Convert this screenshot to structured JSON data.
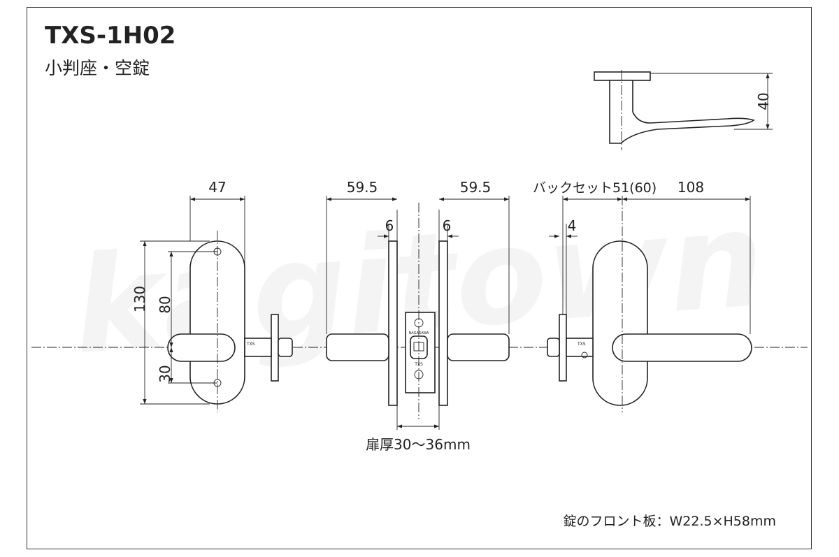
{
  "title": "TXS-1H02",
  "subtitle": "小判座・空錠",
  "watermark": "kagitown",
  "dimensions": {
    "side_height": "40",
    "left_width": "47",
    "left_height": "130",
    "left_screw_pitch": "80",
    "left_lever_offset": "30",
    "center_left_width": "59.5",
    "center_right_width": "59.5",
    "center_left_rose": "6",
    "center_right_rose": "6",
    "door_thickness": "扉厚30〜36mm",
    "backset": "バックセット51(60)",
    "right_width": "108",
    "right_rose": "4"
  },
  "faceplate_marks": {
    "brand": "NAGASAWA",
    "model": "TXS"
  },
  "footnote": "錠のフロント板：W22.5×H58mm"
}
